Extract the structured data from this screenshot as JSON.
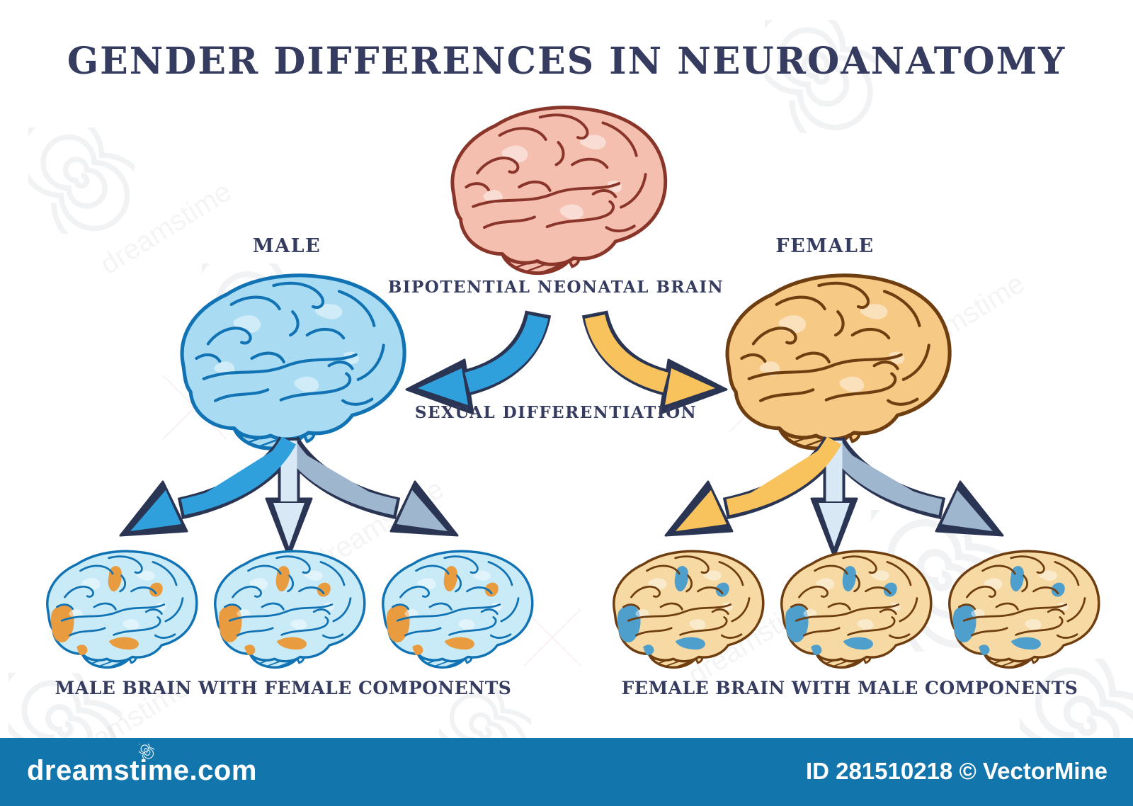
{
  "title": "GENDER DIFFERENCES IN NEUROANATOMY",
  "diagram": {
    "neonatal_brain_label": "BIPOTENTIAL NEONATAL BRAIN",
    "male_label": "MALE",
    "female_label": "FEMALE",
    "process_label": "SEXUAL DIFFERENTIATION",
    "male_outcome_caption": "MALE BRAIN WITH FEMALE COMPONENTS",
    "female_outcome_caption": "FEMALE BRAIN WITH MALE COMPONENTS",
    "mixed_brain_count_per_side": 3,
    "icons": {
      "neonatal_brain": "pink-brain-icon",
      "male_brain": "blue-brain-icon",
      "female_brain": "yellow-brain-icon",
      "male_mixed_brain": "blue-brain-with-orange-patches-icon",
      "female_mixed_brain": "yellow-brain-with-blue-patches-icon",
      "left_branch_arrow": "blue-curved-arrow-icon",
      "right_branch_arrow": "yellow-curved-arrow-icon",
      "three_way_arrow": "trident-arrow-icon"
    }
  },
  "colors": {
    "text_navy": "#363C60",
    "neonatal_fill": "#F5BFB0",
    "neonatal_stroke": "#8A352A",
    "male_fill": "#A9DCF2",
    "male_stroke": "#1173B4",
    "female_fill": "#F6C985",
    "female_stroke": "#6F3E10",
    "male_mixed_fill": "#C9EAF7",
    "female_mixed_fill": "#F6D9A3",
    "female_component_patch": "#E89B3F",
    "male_component_patch": "#4E9FCB",
    "arrow_blue": "#2FA0DC",
    "arrow_yellow": "#F8C25C",
    "arrow_light": "#D9E8F5",
    "arrow_gray": "#9FB6CF",
    "arrow_outline": "#2A3453",
    "footer_bar": "#1276AD",
    "watermark_gray": "#E7E9EC"
  },
  "footer": {
    "site": "dreamstime.com",
    "credit": "ID 281510218 © VectorMine"
  },
  "watermark": {
    "text": "dreamstime"
  }
}
